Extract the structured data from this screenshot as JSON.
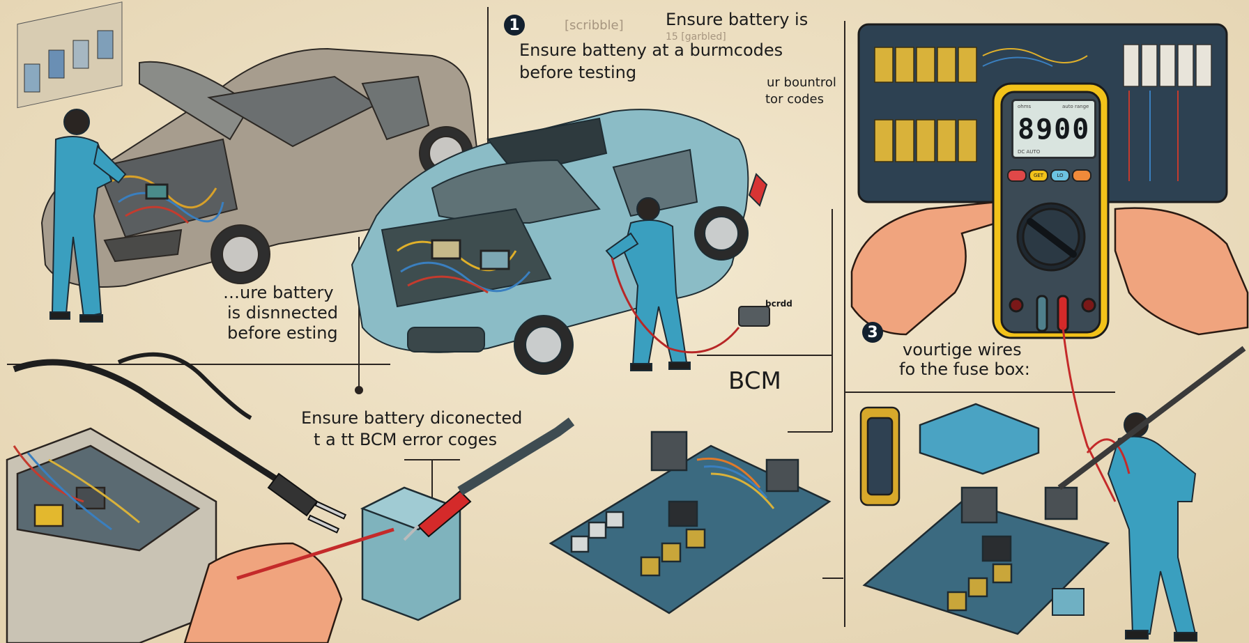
{
  "illustration": {
    "subject": "Car BCM (Body Control Module) electrical diagnosis illustration",
    "palette": {
      "background": "#efe3c8",
      "coverall_blue": "#3a9fbf",
      "car_teal": "#8bbcc6",
      "car_grey": "#a79d8e",
      "multimeter_yellow": "#f2c21a",
      "multimeter_body": "#3b4a55",
      "probe_red": "#d42a2a",
      "badge_dark": "#13202e",
      "skin": "#f0a47e"
    }
  },
  "step_badges": [
    {
      "number": "1"
    },
    {
      "number": "3"
    }
  ],
  "labels": {
    "top_center": {
      "line1": "Ensure battery is",
      "line1_sub": "15 [garbled]",
      "line2": "Ensure batteny at a burmcodes",
      "line3": "before testing",
      "faded_note": "[scribble]"
    },
    "top_right_note": {
      "line1": "ur bountrol",
      "line2": "tor codes"
    },
    "left_panel": {
      "line1": "…ure battery",
      "line2": "is disnnected",
      "line3": "before esting"
    },
    "center_bottom": {
      "line1": "Ensure battery diconected",
      "line2": "t a tt BCM error coges"
    },
    "bcm_label": "BCM",
    "small_connector_label": "bcrdd",
    "step3": {
      "line1": "vourtige wires",
      "line2": "fo the fuse box:"
    }
  },
  "multimeter": {
    "display_value": "8900",
    "display_top_left": "ohms",
    "display_top_right": "auto range",
    "display_bottom": "DC AUTO",
    "buttons": [
      {
        "label": "",
        "color": "#e04848"
      },
      {
        "label": "GET",
        "color": "#f2c21a"
      },
      {
        "label": "LO",
        "color": "#6cc2e0"
      },
      {
        "label": "",
        "color": "#f08a3a"
      }
    ]
  }
}
